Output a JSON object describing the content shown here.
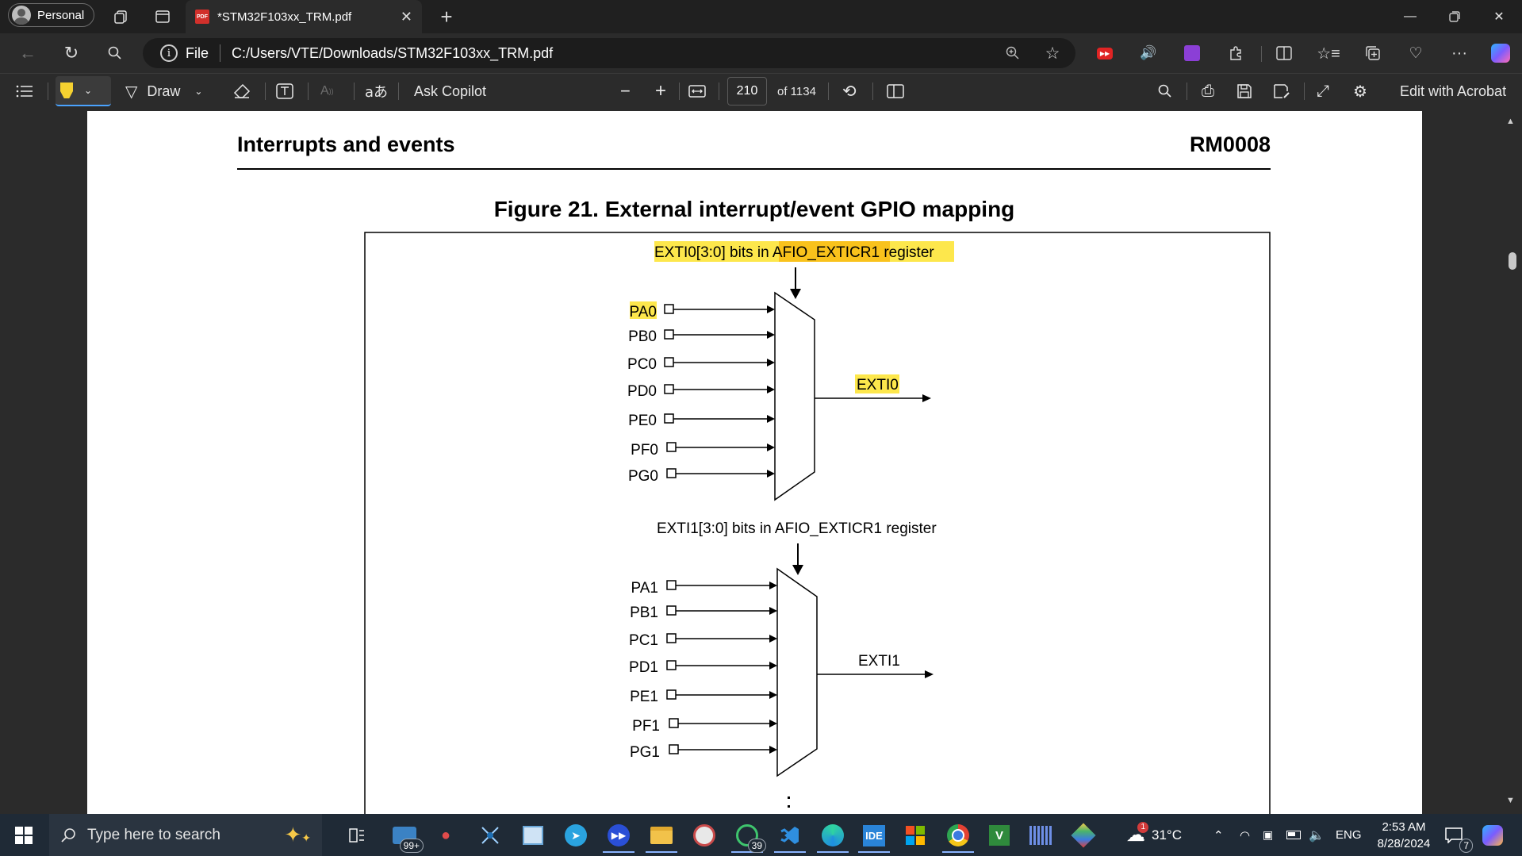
{
  "browser": {
    "profile": "Personal",
    "tab_title": "*STM32F103xx_TRM.pdf",
    "pdf_icon_text": "PDF",
    "address_label": "File",
    "url": "C:/Users/VTE/Downloads/STM32F103xx_TRM.pdf"
  },
  "pdf_toolbar": {
    "draw_label": "Draw",
    "copilot_label": "Ask Copilot",
    "page_number": "210",
    "page_total": "of 1134",
    "edit_label": "Edit with Acrobat"
  },
  "document": {
    "header_left": "Interrupts and events",
    "header_right": "RM0008",
    "figure_title": "Figure 21. External interrupt/event GPIO mapping",
    "mux0": {
      "register_label_a": "EXTI0[3:0] bits in ",
      "register_label_b": "AFIO_EXTICR1",
      "register_label_c": " register",
      "inputs": [
        "PA0",
        "PB0",
        "PC0",
        "PD0",
        "PE0",
        "PF0",
        "PG0"
      ],
      "output": "EXTI0"
    },
    "mux1": {
      "register_label": "EXTI1[3:0] bits in AFIO_EXTICR1 register",
      "inputs": [
        "PA1",
        "PB1",
        "PC1",
        "PD1",
        "PE1",
        "PF1",
        "PG1"
      ],
      "output": "EXTI1"
    },
    "highlight_color": "#fde74c"
  },
  "taskbar": {
    "search_placeholder": "Type here to search",
    "mail_badge": "99+",
    "whatsapp_badge": "39",
    "ide_label": "IDE",
    "weather": "31°C",
    "weather_badge": "1",
    "language": "ENG",
    "time": "2:53 AM",
    "date": "8/28/2024",
    "notification_badge": "7"
  }
}
